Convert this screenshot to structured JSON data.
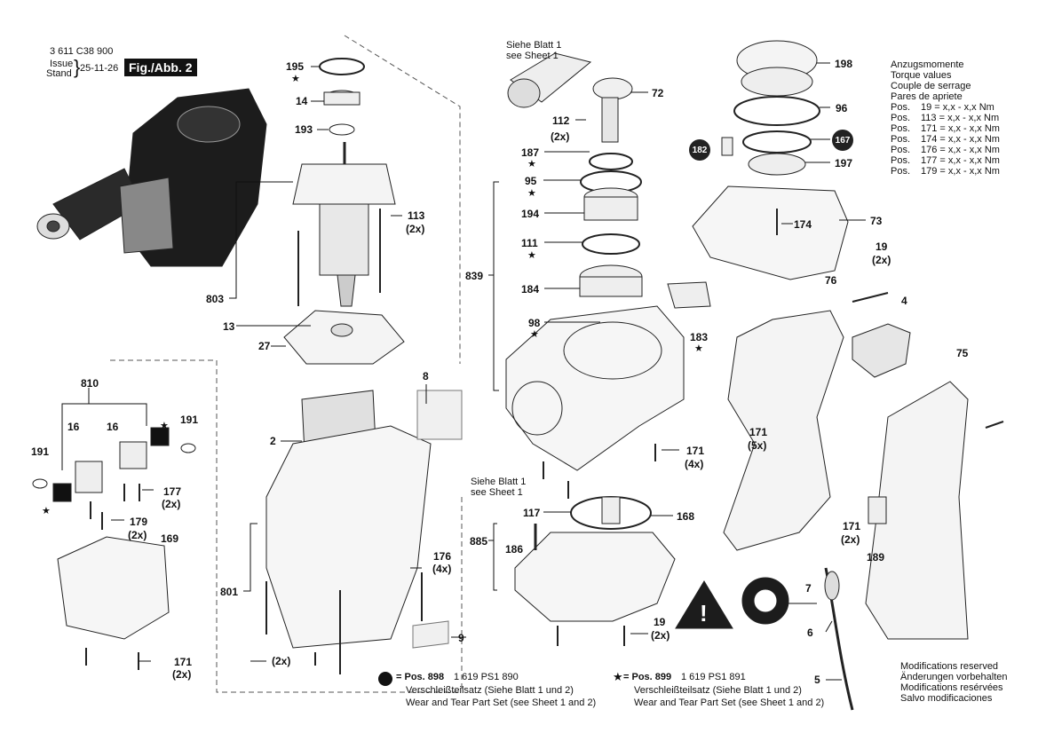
{
  "header": {
    "code": "3 611 C38 900",
    "issue_label_1": "Issue",
    "issue_label_2": "Stand",
    "date": "25-11-26",
    "figure": "Fig./Abb. 2"
  },
  "sheet_ref_1": {
    "line1": "Siehe Blatt 1",
    "line2": "see Sheet 1"
  },
  "sheet_ref_2": {
    "line1": "Siehe Blatt 1",
    "line2": "see Sheet 1"
  },
  "torque": {
    "title_lines": [
      "Anzugsmomente",
      "Torque values",
      "Couple de serrage",
      "Pares de apriete"
    ],
    "rows": [
      {
        "k": "Pos.",
        "v": "19 = x,x - x,x Nm"
      },
      {
        "k": "Pos.",
        "v": "113 = x,x - x,x Nm"
      },
      {
        "k": "Pos.",
        "v": "171 = x,x - x,x Nm"
      },
      {
        "k": "Pos.",
        "v": "174 = x,x - x,x Nm"
      },
      {
        "k": "Pos.",
        "v": "176 = x,x - x,x Nm"
      },
      {
        "k": "Pos.",
        "v": "177 = x,x - x,x Nm"
      },
      {
        "k": "Pos.",
        "v": "179 = x,x - x,x Nm"
      }
    ]
  },
  "footer": {
    "pos898": "= Pos. 898",
    "pos898_num": "1 619 PS1 890",
    "pos899": "= Pos. 899",
    "pos899_num": "1 619 PS1 891",
    "wear_de": "Verschleißteilsatz (Siehe Blatt 1 und 2)",
    "wear_en": "Wear and Tear Part Set (see Sheet 1 and 2)"
  },
  "mods": [
    "Modifications reserved",
    "Änderungen vorbehalten",
    "Modifications resérvées",
    "Salvo modificaciones"
  ],
  "parts": {
    "p195": "195",
    "p14": "14",
    "p193": "193",
    "p113": "113",
    "p113q": "(2x)",
    "p803": "803",
    "p13": "13",
    "p27": "27",
    "p8": "8",
    "p2": "2",
    "p801": "801",
    "p176": "176",
    "p176q": "(4x)",
    "p9": "9",
    "p2x": "(2x)",
    "p810": "810",
    "p191a": "191",
    "p191b": "191",
    "p16a": "16",
    "p16b": "16",
    "p177": "177",
    "p177q": "(2x)",
    "p179": "179",
    "p179q": "(2x)",
    "p169": "169",
    "p171a": "171",
    "p171aq": "(2x)",
    "p112": "112",
    "p112q": "(2x)",
    "p72": "72",
    "p187": "187",
    "p95": "95",
    "p194": "194",
    "p111": "111",
    "p839": "839",
    "p184": "184",
    "p98": "98",
    "p183": "183",
    "p171b": "171",
    "p171bq": "(4x)",
    "p117": "117",
    "p168": "168",
    "p885": "885",
    "p186": "186",
    "p19a": "19",
    "p19aq": "(2x)",
    "p198": "198",
    "p96": "96",
    "p182": "182",
    "p167": "167",
    "p197": "197",
    "p174": "174",
    "p73": "73",
    "p19b": "19",
    "p19bq": "(2x)",
    "p76": "76",
    "p4": "4",
    "p75": "75",
    "p171c": "171",
    "p171cq": "(5x)",
    "p171d": "171",
    "p171dq": "(2x)",
    "p189": "189",
    "p7": "7",
    "p6": "6",
    "p5": "5"
  }
}
